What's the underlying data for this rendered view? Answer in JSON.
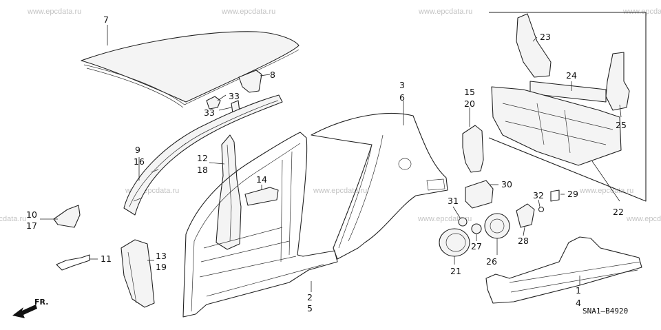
{
  "diagram": {
    "watermark": "www.epcdata.ru",
    "diagram_code": "SNA1—B4920",
    "front_label": "FR.",
    "callouts": [
      {
        "id": "7",
        "text": "7"
      },
      {
        "id": "8",
        "text": "8"
      },
      {
        "id": "33a",
        "text": "33"
      },
      {
        "id": "33b",
        "text": "33"
      },
      {
        "id": "9",
        "text": "9"
      },
      {
        "id": "16",
        "text": "16"
      },
      {
        "id": "10",
        "text": "10"
      },
      {
        "id": "17",
        "text": "17"
      },
      {
        "id": "11",
        "text": "11"
      },
      {
        "id": "12",
        "text": "12"
      },
      {
        "id": "18",
        "text": "18"
      },
      {
        "id": "14",
        "text": "14"
      },
      {
        "id": "13",
        "text": "13"
      },
      {
        "id": "19",
        "text": "19"
      },
      {
        "id": "2",
        "text": "2"
      },
      {
        "id": "5",
        "text": "5"
      },
      {
        "id": "3",
        "text": "3"
      },
      {
        "id": "6",
        "text": "6"
      },
      {
        "id": "15",
        "text": "15"
      },
      {
        "id": "20",
        "text": "20"
      },
      {
        "id": "30",
        "text": "30"
      },
      {
        "id": "31",
        "text": "31"
      },
      {
        "id": "21",
        "text": "21"
      },
      {
        "id": "27",
        "text": "27"
      },
      {
        "id": "26",
        "text": "26"
      },
      {
        "id": "32",
        "text": "32"
      },
      {
        "id": "29",
        "text": "29"
      },
      {
        "id": "28",
        "text": "28"
      },
      {
        "id": "23",
        "text": "23"
      },
      {
        "id": "24",
        "text": "24"
      },
      {
        "id": "25",
        "text": "25"
      },
      {
        "id": "22",
        "text": "22"
      },
      {
        "id": "1",
        "text": "1"
      },
      {
        "id": "4",
        "text": "4"
      }
    ]
  }
}
